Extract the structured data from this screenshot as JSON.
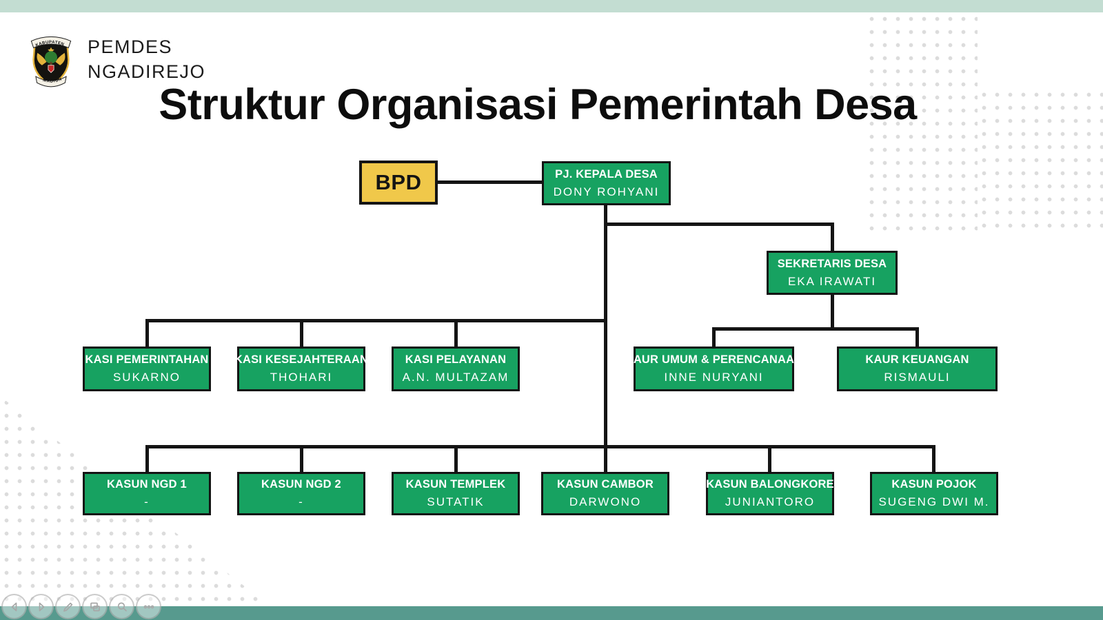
{
  "header": {
    "brand_line1": "PEMDES",
    "brand_line2": "NGADIREJO",
    "logo": {
      "top_text": "KABUPATEN",
      "bottom_text": "MADIUN"
    },
    "title": "Struktur Organisasi Pemerintah Desa"
  },
  "org_chart": {
    "bpd": {
      "label": "BPD"
    },
    "nodes": [
      {
        "id": "pj-kepala-desa",
        "title": "PJ. KEPALA DESA",
        "name": "DONY ROHYANI"
      },
      {
        "id": "sekretaris-desa",
        "title": "SEKRETARIS DESA",
        "name": "EKA IRAWATI"
      },
      {
        "id": "kasi-pemerintahan",
        "title": "KASI PEMERINTAHAN",
        "name": "SUKARNO"
      },
      {
        "id": "kasi-kesejahteraan",
        "title": "KASI KESEJAHTERAAN",
        "name": "THOHARI"
      },
      {
        "id": "kasi-pelayanan",
        "title": "KASI PELAYANAN",
        "name": "A.N. MULTAZAM"
      },
      {
        "id": "kaur-umum-perencanaan",
        "title": "KAUR UMUM & PERENCANAAN",
        "name": "INNE NURYANI"
      },
      {
        "id": "kaur-keuangan",
        "title": "KAUR KEUANGAN",
        "name": "RISMAULI"
      },
      {
        "id": "kasun-ngd-1",
        "title": "KASUN NGD 1",
        "name": "-"
      },
      {
        "id": "kasun-ngd-2",
        "title": "KASUN NGD 2",
        "name": "-"
      },
      {
        "id": "kasun-templek",
        "title": "KASUN TEMPLEK",
        "name": "SUTATIK"
      },
      {
        "id": "kasun-cambor",
        "title": "KASUN CAMBOR",
        "name": "DARWONO"
      },
      {
        "id": "kasun-balongkore",
        "title": "KASUN BALONGKORE",
        "name": "JUNIANTORO"
      },
      {
        "id": "kasun-pojok",
        "title": "KASUN POJOK",
        "name": "SUGENG DWI M."
      }
    ]
  },
  "colors": {
    "node_green": "#17a261",
    "bpd_yellow": "#f0c84a",
    "top_bar_mint": "#c3ddd2",
    "bottom_bar_teal": "#579a8e",
    "connector_black": "#141414",
    "dot_gray": "#dcdcdc"
  },
  "viewer_controls": {
    "icons": [
      "previous-arrow-icon",
      "next-arrow-icon",
      "pencil-icon",
      "slides-grid-icon",
      "magnifier-icon",
      "more-dots-icon"
    ]
  }
}
